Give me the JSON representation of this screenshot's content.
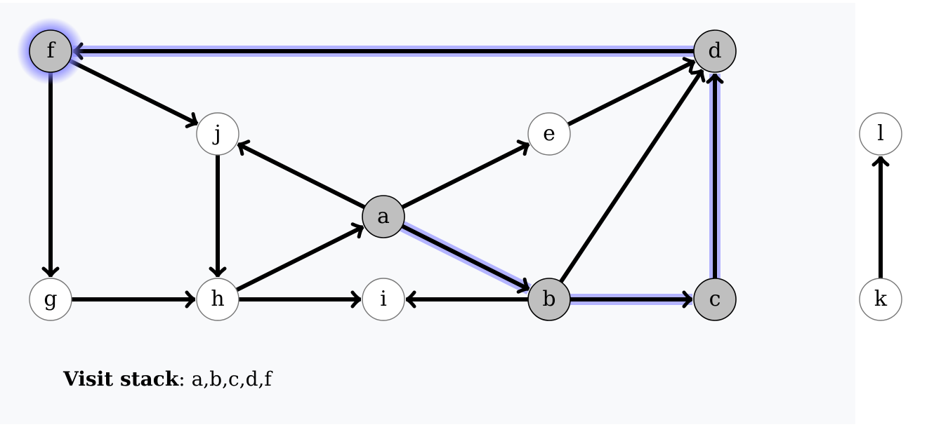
{
  "graph": {
    "nodes": [
      {
        "id": "f",
        "visited": true,
        "current": true
      },
      {
        "id": "d",
        "visited": true
      },
      {
        "id": "j",
        "visited": false
      },
      {
        "id": "e",
        "visited": false
      },
      {
        "id": "l",
        "visited": false
      },
      {
        "id": "a",
        "visited": true
      },
      {
        "id": "g",
        "visited": false
      },
      {
        "id": "h",
        "visited": false
      },
      {
        "id": "i",
        "visited": false
      },
      {
        "id": "b",
        "visited": true
      },
      {
        "id": "c",
        "visited": true
      },
      {
        "id": "k",
        "visited": false
      }
    ],
    "edges": [
      {
        "from": "d",
        "to": "f",
        "highlight": true
      },
      {
        "from": "a",
        "to": "b",
        "highlight": true
      },
      {
        "from": "b",
        "to": "c",
        "highlight": true
      },
      {
        "from": "c",
        "to": "d",
        "highlight": true
      },
      {
        "from": "f",
        "to": "j"
      },
      {
        "from": "f",
        "to": "g"
      },
      {
        "from": "j",
        "to": "h"
      },
      {
        "from": "a",
        "to": "j"
      },
      {
        "from": "a",
        "to": "e"
      },
      {
        "from": "e",
        "to": "d"
      },
      {
        "from": "b",
        "to": "d"
      },
      {
        "from": "h",
        "to": "a"
      },
      {
        "from": "g",
        "to": "h"
      },
      {
        "from": "h",
        "to": "i"
      },
      {
        "from": "b",
        "to": "i"
      },
      {
        "from": "k",
        "to": "l"
      }
    ],
    "colors": {
      "visited": "#bfbfbf",
      "unvisited": "#ffffff",
      "highlight": "#b3b3ff",
      "glow": "#8080ff"
    }
  },
  "caption": {
    "label": "Visit stack",
    "separator": ": ",
    "value": "a,b,c,d,f"
  }
}
